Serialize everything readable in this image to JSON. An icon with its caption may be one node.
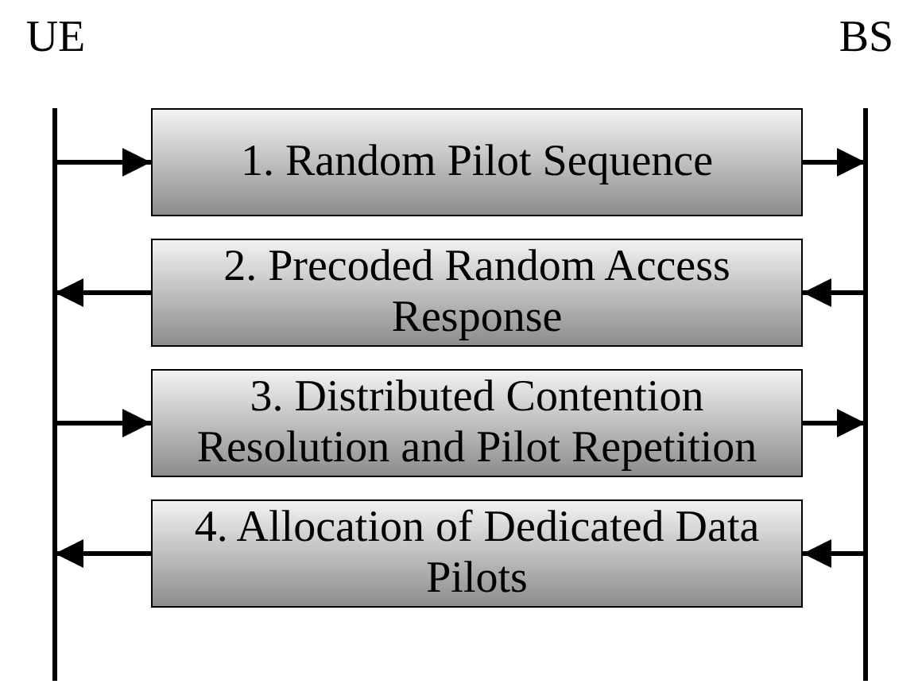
{
  "diagram": {
    "nodes": [
      {
        "text": [
          "UE"
        ]
      },
      {
        "text": [
          "BS"
        ]
      },
      {
        "text": [
          "1. Random Pilot Sequence"
        ]
      },
      {
        "text": [
          "2. Precoded Random Access Response"
        ]
      },
      {
        "text": [
          "3. Distributed Contention Resolution and Pilot Repetition"
        ]
      },
      {
        "text": [
          "4. Allocation of Dedicated Data Pilots"
        ]
      }
    ],
    "edges": [
      {
        "from": 0,
        "to": 2,
        "arrow": "to"
      },
      {
        "from": 2,
        "to": 1,
        "arrow": "to"
      },
      {
        "from": 1,
        "to": 3,
        "arrow": "to"
      },
      {
        "from": 3,
        "to": 0,
        "arrow": "to"
      },
      {
        "from": 0,
        "to": 4,
        "arrow": "to"
      },
      {
        "from": 4,
        "to": 1,
        "arrow": "to"
      },
      {
        "from": 1,
        "to": 5,
        "arrow": "to"
      },
      {
        "from": 5,
        "to": 0,
        "arrow": "to"
      }
    ]
  }
}
